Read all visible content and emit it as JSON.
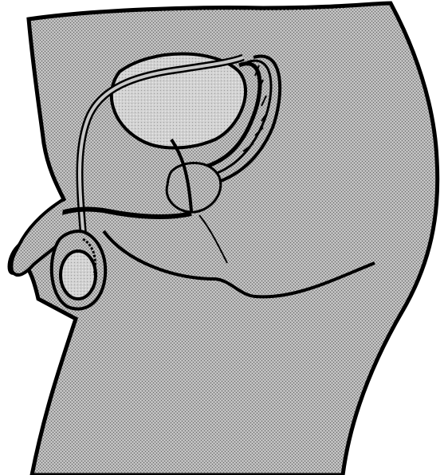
{
  "figure": {
    "kind": "anatomical line drawing",
    "style": "black outline with stippled gray fill",
    "colors": {
      "background": "#ffffff",
      "fill_gray": "#a9a9a9",
      "fill_light": "#c9c9c9",
      "outline": "#000000"
    },
    "structures": [
      "body-silhouette",
      "bladder",
      "seminal-vesicle",
      "prostate",
      "vas-deferens",
      "urethra",
      "penis",
      "testis",
      "scrotum",
      "buttock-fold"
    ]
  }
}
